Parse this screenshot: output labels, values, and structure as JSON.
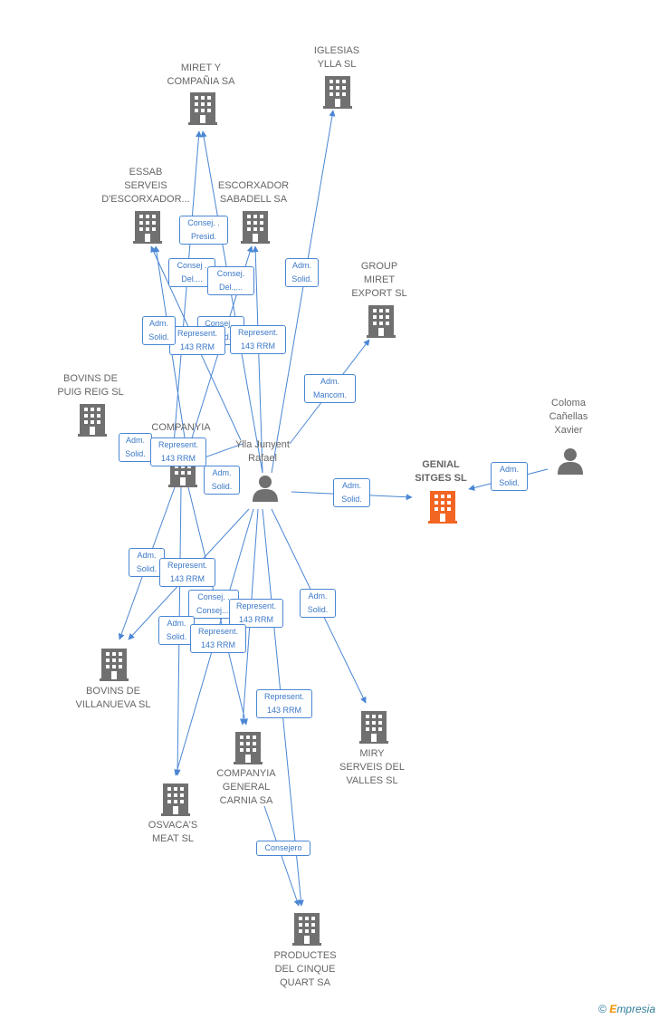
{
  "nodes": {
    "miret": "MIRET Y\nCOMPAÑIA SA",
    "iglesias": "IGLESIAS\nYLLA  SL",
    "essab": "ESSAB\nSERVEIS\nD'ESCORXADOR...",
    "escorxador": "ESCORXADOR\nSABADELL SA",
    "group": "GROUP\nMIRET\nEXPORT  SL",
    "bovins_puig": "BOVINS DE\nPUIG REIG  SL",
    "companyia": "COMPANYIA",
    "ylla": "Ylla Junyent\nRafael",
    "genial": "GENIAL\nSITGES  SL",
    "coloma": "Coloma\nCañellas\nXavier",
    "bovins_vill": "BOVINS DE\nVILLANUEVA  SL",
    "miry": "MIRY\nSERVEIS DEL\nVALLES  SL",
    "companyia_general": "COMPANYIA\nGENERAL\nCARNIA SA",
    "osvaca": "OSVACA'S\nMEAT  SL",
    "productes": "PRODUCTES\nDEL CINQUE\nQUART SA"
  },
  "relations": {
    "r1": "Consej. .\nPresid.",
    "r2": "Consej .\nDel....",
    "r3": "Consej.\nDel.,...",
    "r4": "Adm.\nSolid.",
    "r5": "Consej. ,\nSolid.",
    "r6": "Represent.\n143 RRM",
    "r7": "Represent.\n143 RRM",
    "r8": "Adm.\nSolid.",
    "r9": "Adm.\nMancom.",
    "r10": "Adm.\nSolid.",
    "r11": "Represent.\n143 RRM",
    "r12": "Adm.\nSolid.",
    "r13": "Adm.\nSolid.",
    "r14": "Adm.\nSolid.",
    "r15": "Adm.\nSolid.",
    "r16": "Represent.\n143 RRM",
    "r17": "Consej. .\nConsej....",
    "r18": "Represent.\n143 RRM",
    "r19": "Adm.\nSolid.",
    "r20": "Represent.\n143 RRM",
    "r21": "Adm.\nSolid.",
    "r22": "Represent.\n143 RRM",
    "r23": "Consejero"
  },
  "credit": {
    "symbol": "©",
    "brand_initial": "E",
    "brand_rest": "mpresia"
  },
  "colors": {
    "edge": "#4a86d4",
    "building": "#707070",
    "focus_building": "#f26522",
    "person": "#707070"
  }
}
